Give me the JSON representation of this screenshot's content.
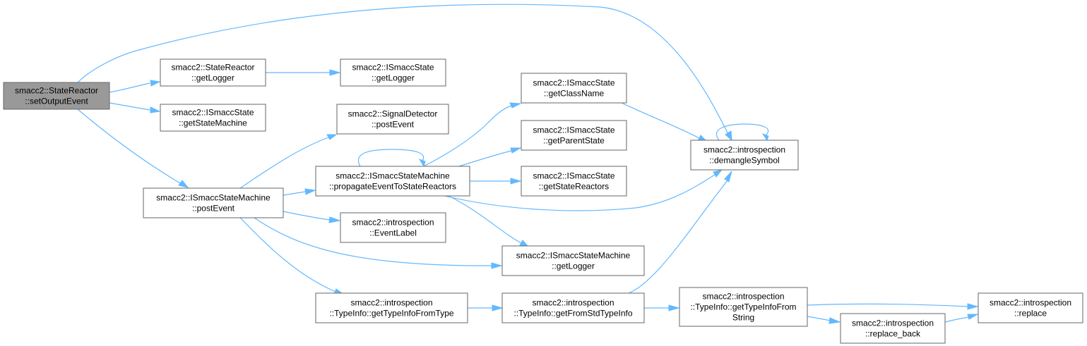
{
  "theme": {
    "edge_color": "#63b8ff",
    "node_border": "#666666",
    "root_fill": "#999999"
  },
  "nodes": {
    "root": {
      "lines": [
        "smacc2::StateReactor",
        "::setOutputEvent"
      ]
    },
    "sr_getLogger": {
      "lines": [
        "smacc2::StateReactor",
        "::getLogger"
      ]
    },
    "is_getStateMachine": {
      "lines": [
        "smacc2::ISmaccState",
        "::getStateMachine"
      ]
    },
    "ism_postEvent": {
      "lines": [
        "smacc2::ISmaccStateMachine",
        "::postEvent"
      ]
    },
    "is_getLogger": {
      "lines": [
        "smacc2::ISmaccState",
        "::getLogger"
      ]
    },
    "sd_postEvent": {
      "lines": [
        "smacc2::SignalDetector",
        "::postEvent"
      ]
    },
    "ism_propagate": {
      "lines": [
        "smacc2::ISmaccStateMachine",
        "::propagateEventToStateReactors"
      ]
    },
    "intro_eventLabel": {
      "lines": [
        "smacc2::introspection",
        "::EventLabel"
      ]
    },
    "ti_fromType": {
      "lines": [
        "smacc2::introspection",
        "::TypeInfo::getTypeInfoFromType"
      ]
    },
    "is_getClassName": {
      "lines": [
        "smacc2::ISmaccState",
        "::getClassName"
      ]
    },
    "is_getParentState": {
      "lines": [
        "smacc2::ISmaccState",
        "::getParentState"
      ]
    },
    "is_getStateReactors": {
      "lines": [
        "smacc2::ISmaccState",
        "::getStateReactors"
      ]
    },
    "ism_getLogger": {
      "lines": [
        "smacc2::ISmaccStateMachine",
        "::getLogger"
      ]
    },
    "ti_fromStd": {
      "lines": [
        "smacc2::introspection",
        "::TypeInfo::getFromStdTypeInfo"
      ]
    },
    "intro_demangle": {
      "lines": [
        "smacc2::introspection",
        "::demangleSymbol"
      ]
    },
    "ti_fromString": {
      "lines": [
        "smacc2::introspection",
        "::TypeInfo::getTypeInfoFrom",
        "String"
      ]
    },
    "intro_replace_back": {
      "lines": [
        "smacc2::introspection",
        "::replace_back"
      ]
    },
    "intro_replace": {
      "lines": [
        "smacc2::introspection",
        "::replace"
      ]
    }
  }
}
